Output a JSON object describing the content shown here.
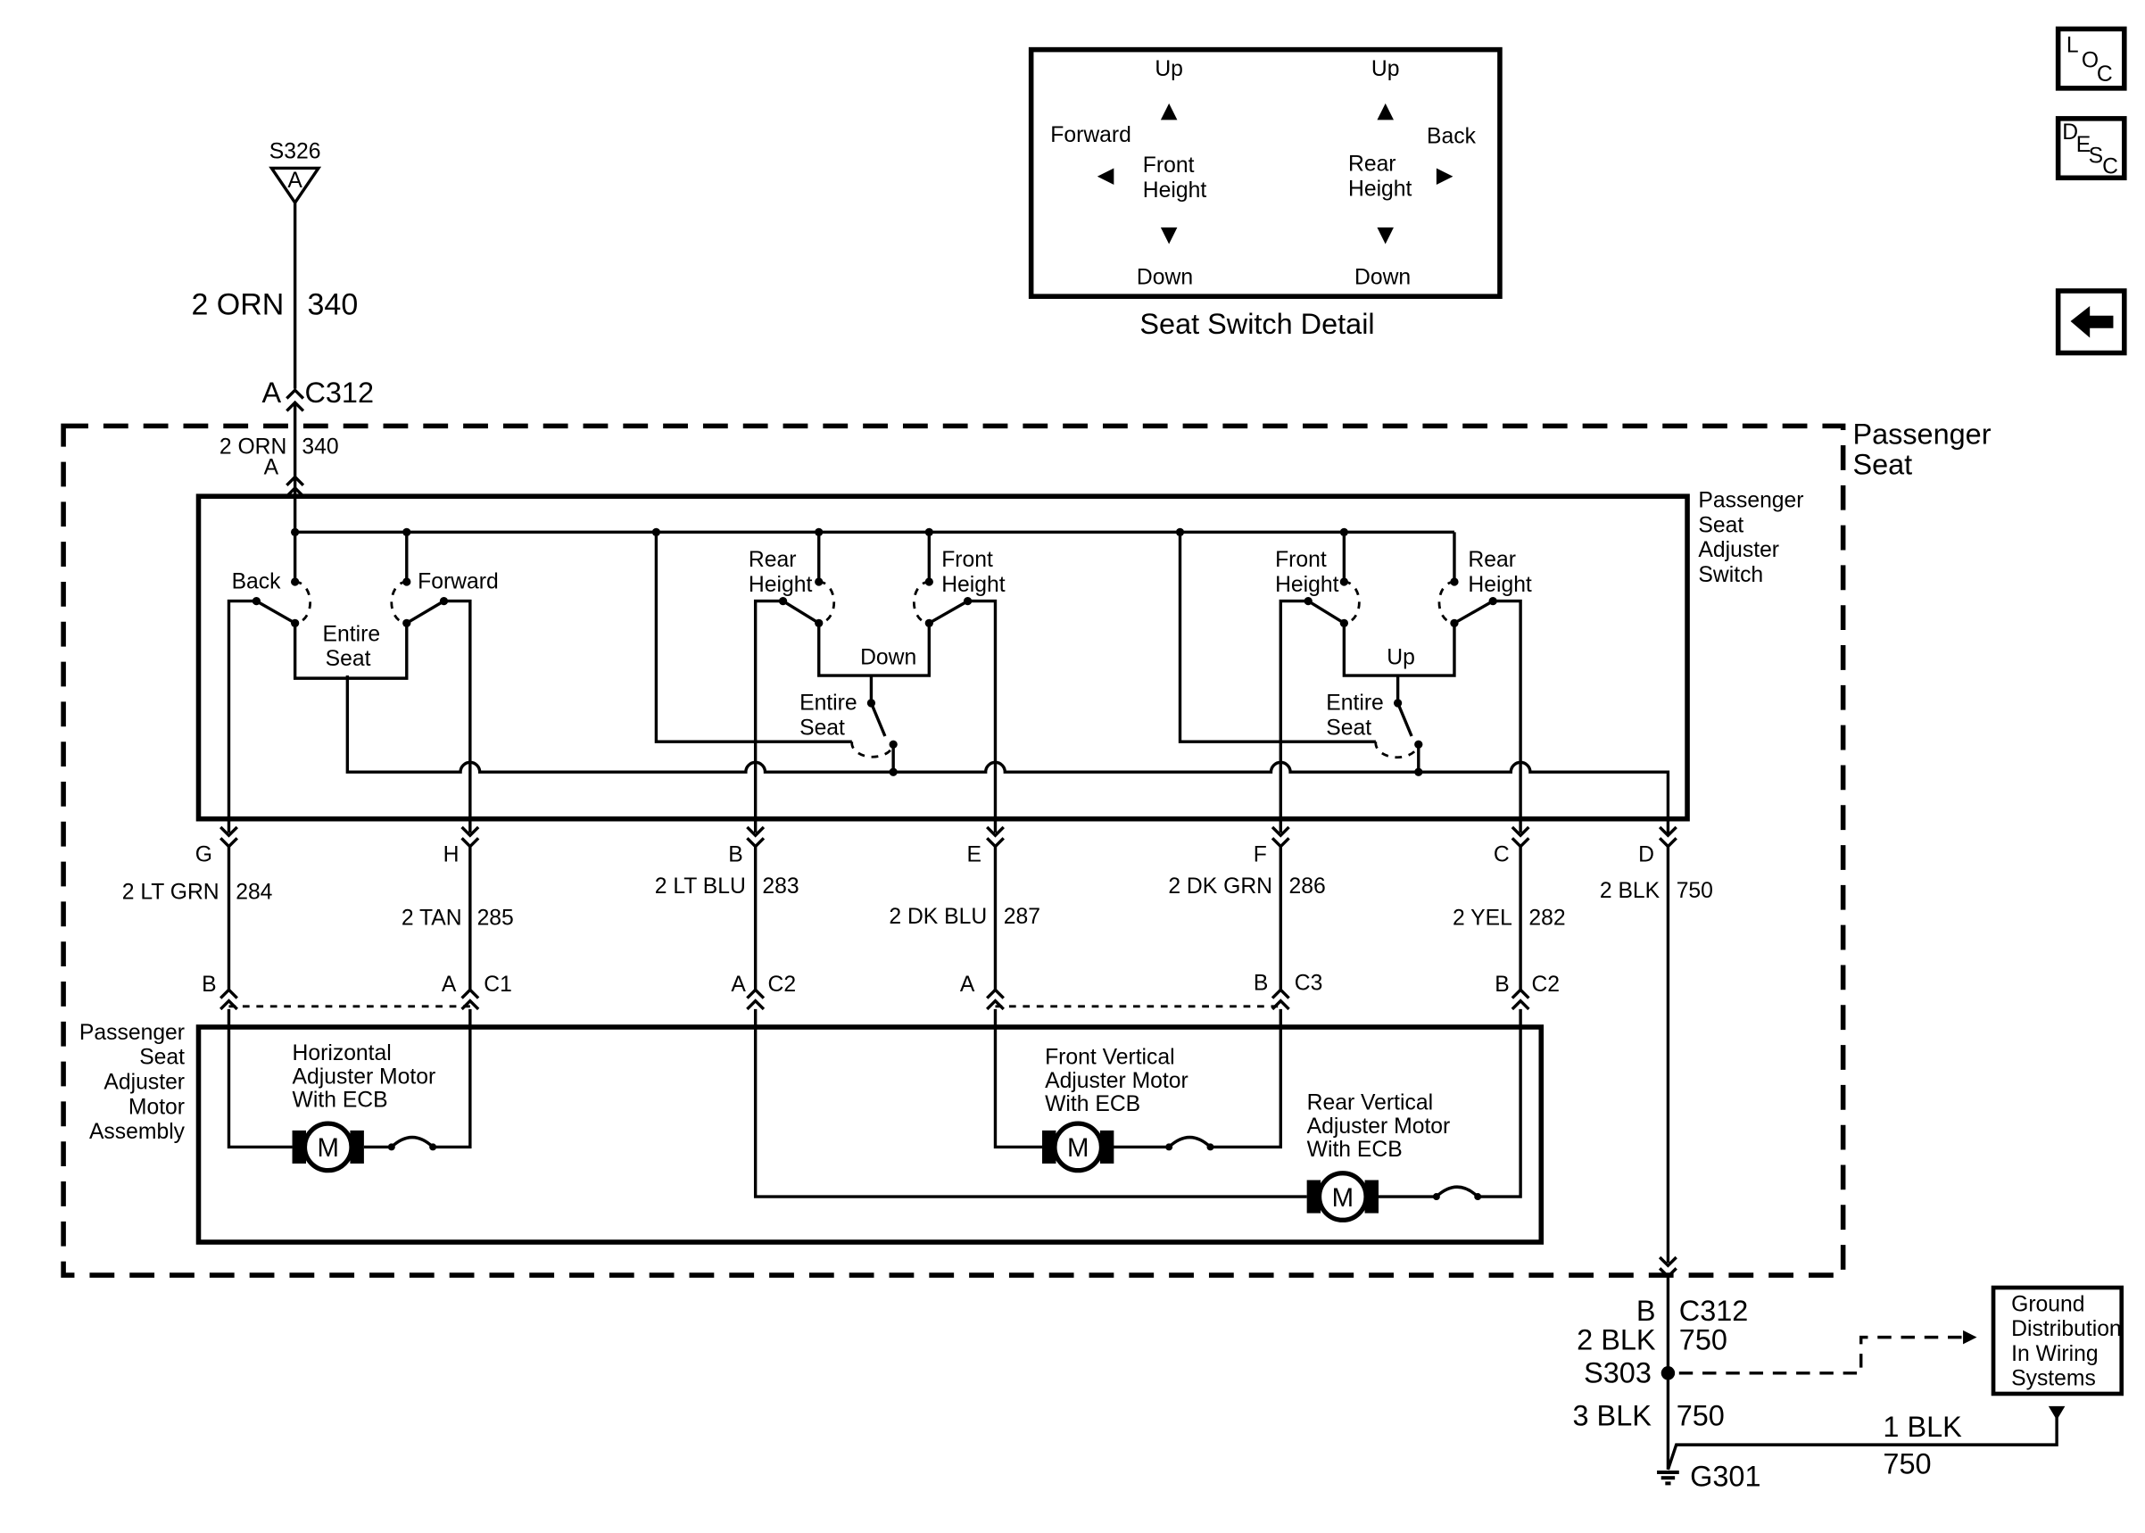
{
  "switch_detail": {
    "title": "Seat Switch Detail",
    "up_left": "Up",
    "up_right": "Up",
    "down_left": "Down",
    "down_right": "Down",
    "forward": "Forward",
    "back": "Back",
    "front_height_1": "Front",
    "front_height_2": "Height",
    "rear_height_1": "Rear",
    "rear_height_2": "Height"
  },
  "nav": {
    "loc": [
      "L",
      "O",
      "C"
    ],
    "desc": [
      "D",
      "E",
      "S",
      "C"
    ],
    "back_icon": "left-arrow-icon"
  },
  "top_feed": {
    "splice": "S326",
    "splice_pin": "A",
    "wire_gauge_color": "2 ORN",
    "circuit": "340",
    "connector_pin": "A",
    "connector": "C312",
    "inner_gauge_color": "2 ORN",
    "inner_circuit": "340",
    "inner_pin": "A"
  },
  "passenger_seat": {
    "line1": "Passenger",
    "line2": "Seat"
  },
  "switch_assembly": {
    "lines": [
      "Passenger",
      "Seat",
      "Adjuster",
      "Switch"
    ],
    "back": "Back",
    "forward": "Forward",
    "entire_seat_1": "Entire",
    "entire_seat_2": "Seat",
    "rear": "Rear",
    "front": "Front",
    "height": "Height",
    "down": "Down",
    "up": "Up"
  },
  "wires": [
    {
      "switch_pin": "G",
      "gauge_color": "2 LT GRN",
      "circuit": "284",
      "motor_pin": "B"
    },
    {
      "switch_pin": "H",
      "gauge_color": "2 TAN",
      "circuit": "285",
      "motor_pin": "A",
      "connector": "C1"
    },
    {
      "switch_pin": "B",
      "gauge_color": "2 LT BLU",
      "circuit": "283",
      "motor_pin": "A",
      "connector": "C2"
    },
    {
      "switch_pin": "E",
      "gauge_color": "2 DK BLU",
      "circuit": "287",
      "motor_pin": "A"
    },
    {
      "switch_pin": "F",
      "gauge_color": "2 DK GRN",
      "circuit": "286",
      "motor_pin": "B",
      "connector": "C3"
    },
    {
      "switch_pin": "C",
      "gauge_color": "2 YEL",
      "circuit": "282",
      "motor_pin": "B",
      "connector": "C2"
    },
    {
      "switch_pin": "D",
      "gauge_color": "2 BLK",
      "circuit": "750"
    }
  ],
  "motor_assembly": {
    "lines": [
      "Passenger",
      "Seat",
      "Adjuster",
      "Motor",
      "Assembly"
    ],
    "motor_letter": "M",
    "horizontal": [
      "Horizontal",
      "Adjuster Motor",
      "With ECB"
    ],
    "front_vertical": [
      "Front Vertical",
      "Adjuster Motor",
      "With ECB"
    ],
    "rear_vertical": [
      "Rear Vertical",
      "Adjuster Motor",
      "With ECB"
    ]
  },
  "ground": {
    "connector_pin": "B",
    "connector": "C312",
    "gauge_color_1": "2 BLK",
    "circuit_1": "750",
    "splice": "S303",
    "gauge_color_2": "3 BLK",
    "circuit_2": "750",
    "ground_id": "G301",
    "gauge_color_3": "1 BLK",
    "circuit_3": "750",
    "ref_lines": [
      "Ground",
      "Distribution",
      "In Wiring",
      "Systems"
    ]
  }
}
